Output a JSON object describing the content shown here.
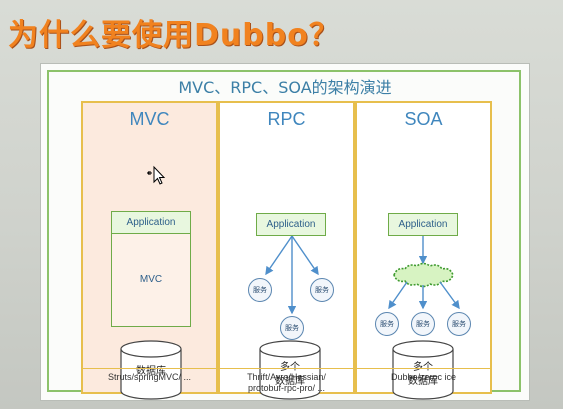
{
  "title": "为什么要使用Dubbo？",
  "diagram": {
    "heading": "MVC、RPC、SOA的架构演进",
    "columns": [
      {
        "name": "MVC",
        "app_label": "Application",
        "body_label": "MVC",
        "database": "数据库",
        "footer": "Struts/springMVC/ ..."
      },
      {
        "name": "RPC",
        "app_label": "Application",
        "services": [
          "服务",
          "服务",
          "服务"
        ],
        "database": "多个\n数据库",
        "footer": "Thrift/Avro/Hessian/\nprotobuf-rpc-pro/ ..."
      },
      {
        "name": "SOA",
        "app_label": "Application",
        "services": [
          "服务",
          "服务",
          "服务"
        ],
        "database": "多个\n数据库",
        "footer": "Dubbo/zeroc ice"
      }
    ]
  },
  "colors": {
    "title": "#f1821f",
    "frame": "#8cc26a",
    "column_border": "#e7bf4d",
    "heading": "#3c7fa6",
    "arrow": "#4f8fcb"
  }
}
